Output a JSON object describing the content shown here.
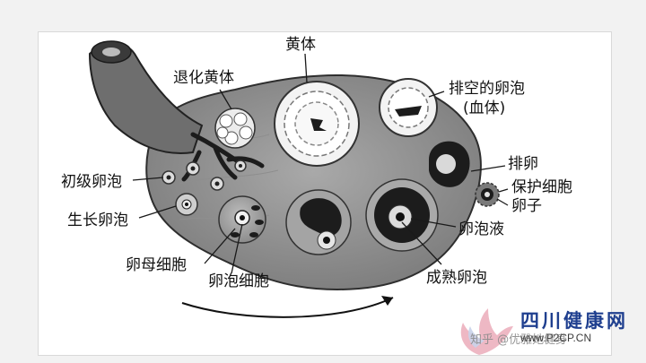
{
  "labels": {
    "huangti": "黄体",
    "tuihua_huangti": "退化黄体",
    "paikong_luanpao": "排空的卵泡",
    "xueti": "(血体)",
    "chuji_luanpao": "初级卵泡",
    "paiguan": "排卵",
    "baohu_xibao": "保护细胞",
    "luanzi": "卵子",
    "shengzhang_luanpao": "生长卵泡",
    "luanpaoye": "卵泡液",
    "luanmu_xibao": "卵母细胞",
    "luanpao_xibao": "卵泡细胞",
    "chengshu_luanpao": "成熟卵泡"
  },
  "watermark": {
    "name": "四川健康网",
    "url": "www.P2CP.CN",
    "zhihu": "知乎 @优雅她健身"
  },
  "colors": {
    "ovary_fill": "#9a9a9a",
    "ovary_stroke": "#2e2e2e",
    "corpus_fill": "#f3f3f3",
    "dark": "#1c1c1c",
    "watermark_blue": "#1f3f8f"
  }
}
